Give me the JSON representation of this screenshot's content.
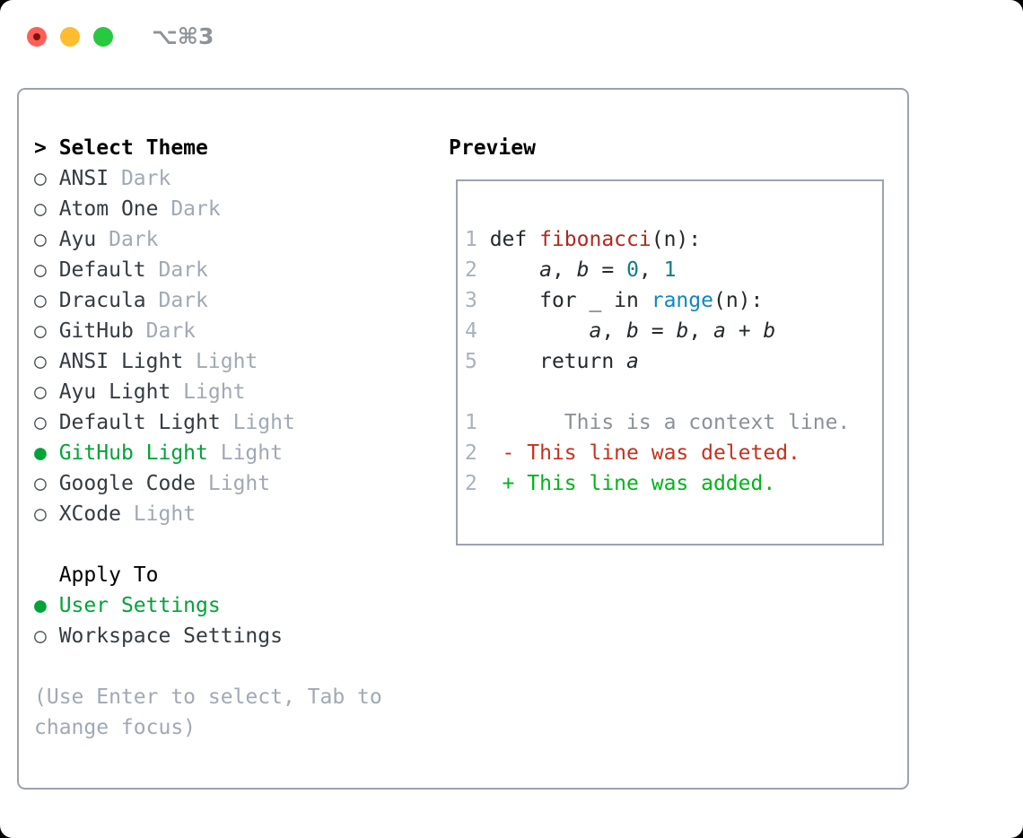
{
  "window": {
    "title": "⌥⌘3"
  },
  "colors": {
    "selection_green": "#00a338",
    "diff_added_green": "#00b418",
    "diff_deleted_red": "#c5321d",
    "function_red": "#b0281e",
    "number_teal": "#0d7e86",
    "builtin_blue": "#0e87c3",
    "muted_gray": "#a0a9b4",
    "border_gray": "#9aa3ae",
    "traffic_red": "#ff5f57",
    "traffic_yellow": "#febc2e",
    "traffic_green": "#28c840"
  },
  "left": {
    "prompt": "> ",
    "header": "Select Theme",
    "themes": [
      {
        "name": "ANSI",
        "variant": "Dark",
        "selected": false
      },
      {
        "name": "Atom One",
        "variant": "Dark",
        "selected": false
      },
      {
        "name": "Ayu",
        "variant": "Dark",
        "selected": false
      },
      {
        "name": "Default",
        "variant": "Dark",
        "selected": false
      },
      {
        "name": "Dracula",
        "variant": "Dark",
        "selected": false
      },
      {
        "name": "GitHub",
        "variant": "Dark",
        "selected": false
      },
      {
        "name": "ANSI Light",
        "variant": "Light",
        "selected": false
      },
      {
        "name": "Ayu Light",
        "variant": "Light",
        "selected": false
      },
      {
        "name": "Default Light",
        "variant": "Light",
        "selected": false
      },
      {
        "name": "GitHub Light",
        "variant": "Light",
        "selected": true
      },
      {
        "name": "Google Code",
        "variant": "Light",
        "selected": false
      },
      {
        "name": "XCode",
        "variant": "Light",
        "selected": false
      }
    ],
    "apply_header": "Apply To",
    "apply_options": [
      {
        "label": "User Settings",
        "selected": true
      },
      {
        "label": "Workspace Settings",
        "selected": false
      }
    ],
    "hint_lines": [
      "(Use Enter to select, Tab to",
      "change focus)"
    ]
  },
  "preview": {
    "header": "Preview",
    "code_lines": [
      {
        "ln": "1",
        "segs": [
          {
            "t": "def ",
            "c": "p"
          },
          {
            "t": "fibonacci",
            "c": "fn"
          },
          {
            "t": "(n):",
            "c": "p"
          }
        ]
      },
      {
        "ln": "2",
        "segs": [
          {
            "t": "    ",
            "c": "p"
          },
          {
            "t": "a",
            "c": "v"
          },
          {
            "t": ", ",
            "c": "p"
          },
          {
            "t": "b",
            "c": "v"
          },
          {
            "t": " = ",
            "c": "p"
          },
          {
            "t": "0",
            "c": "n"
          },
          {
            "t": ", ",
            "c": "p"
          },
          {
            "t": "1",
            "c": "n"
          }
        ]
      },
      {
        "ln": "3",
        "segs": [
          {
            "t": "    for _ in ",
            "c": "p"
          },
          {
            "t": "range",
            "c": "r"
          },
          {
            "t": "(n):",
            "c": "p"
          }
        ]
      },
      {
        "ln": "4",
        "segs": [
          {
            "t": "        ",
            "c": "p"
          },
          {
            "t": "a",
            "c": "v"
          },
          {
            "t": ", ",
            "c": "p"
          },
          {
            "t": "b",
            "c": "v"
          },
          {
            "t": " = ",
            "c": "p"
          },
          {
            "t": "b",
            "c": "v"
          },
          {
            "t": ", ",
            "c": "p"
          },
          {
            "t": "a",
            "c": "v"
          },
          {
            "t": " + ",
            "c": "p"
          },
          {
            "t": "b",
            "c": "v"
          }
        ]
      },
      {
        "ln": "5",
        "segs": [
          {
            "t": "    return ",
            "c": "p"
          },
          {
            "t": "a",
            "c": "v"
          }
        ]
      }
    ],
    "diff_lines": [
      {
        "ln": "1",
        "segs": [
          {
            "t": "      This is a context line.",
            "c": "ctx"
          }
        ]
      },
      {
        "ln": "2",
        "segs": [
          {
            "t": " - This line was deleted.",
            "c": "del"
          }
        ]
      },
      {
        "ln": "2",
        "segs": [
          {
            "t": " + This line was added.",
            "c": "add"
          }
        ]
      }
    ]
  }
}
